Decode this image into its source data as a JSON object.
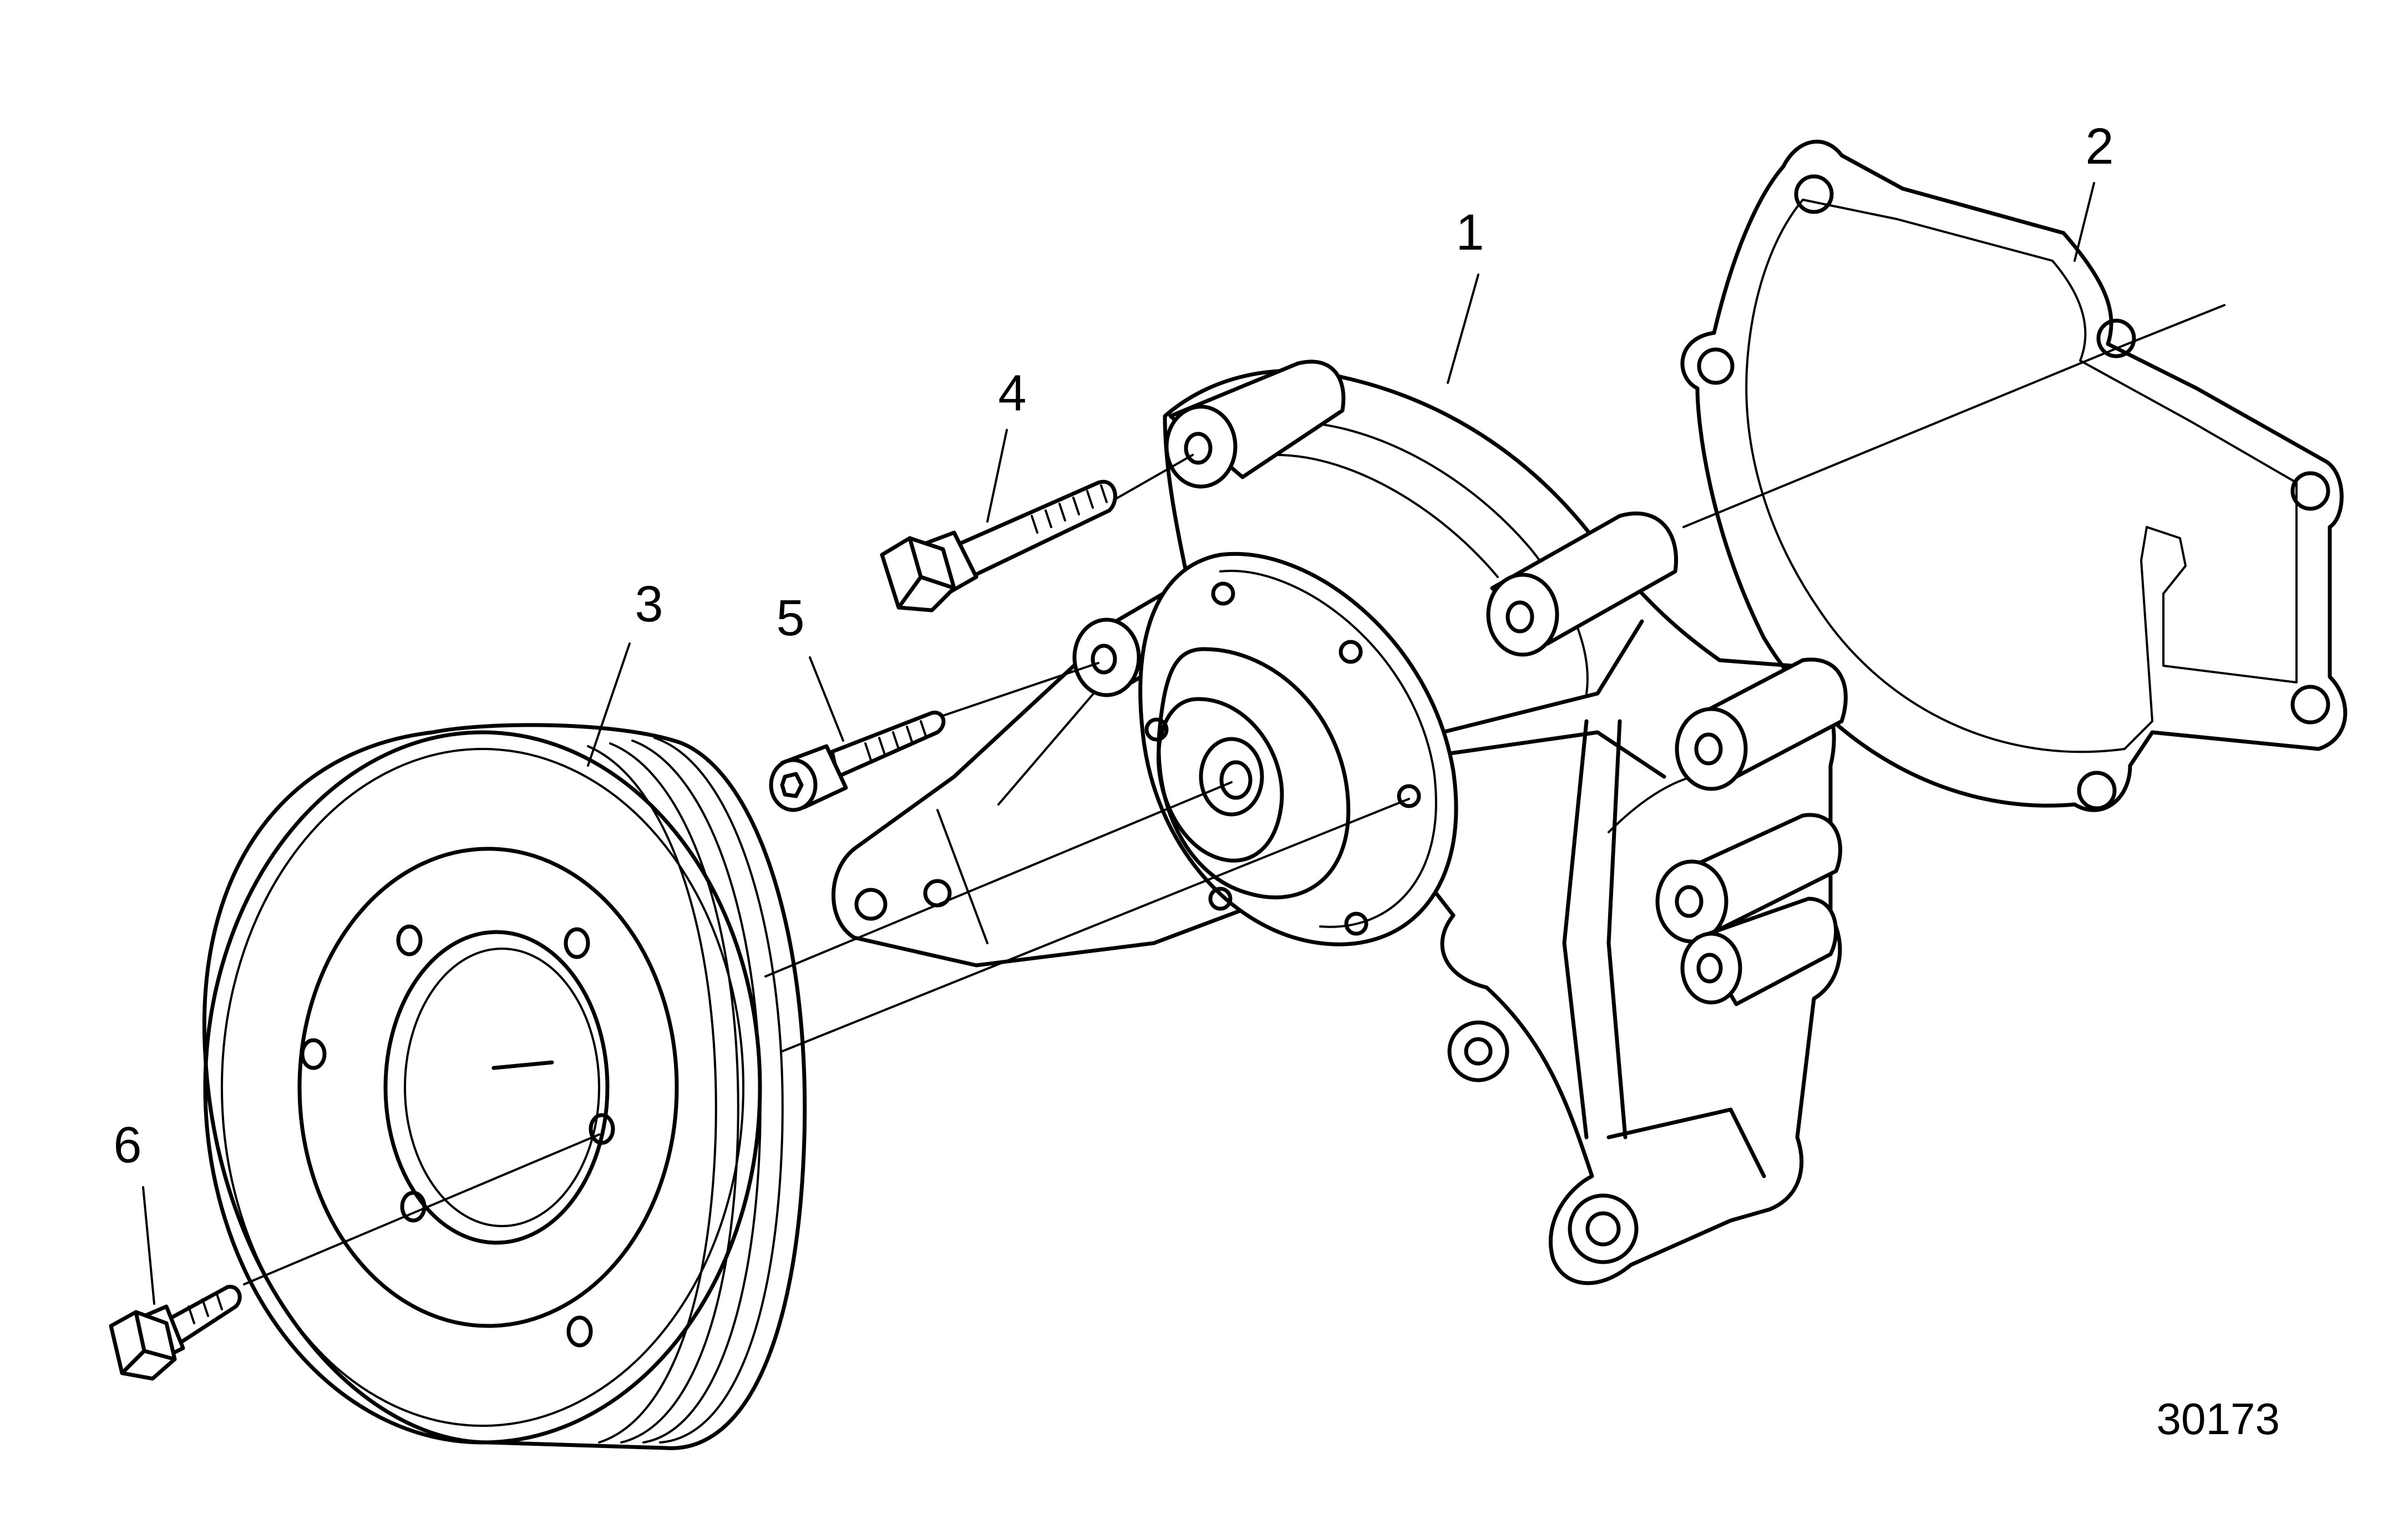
{
  "parts": [
    {
      "id": "1",
      "label": "1",
      "name": "water-pump"
    },
    {
      "id": "2",
      "label": "2",
      "name": "gasket"
    },
    {
      "id": "3",
      "label": "3",
      "name": "pulley"
    },
    {
      "id": "4",
      "label": "4",
      "name": "flange-bolt"
    },
    {
      "id": "5",
      "label": "5",
      "name": "socket-head-screw"
    },
    {
      "id": "6",
      "label": "6",
      "name": "pulley-bolt"
    }
  ],
  "reference_number": "30173",
  "colors": {
    "line": "#000000",
    "background": "#ffffff"
  }
}
